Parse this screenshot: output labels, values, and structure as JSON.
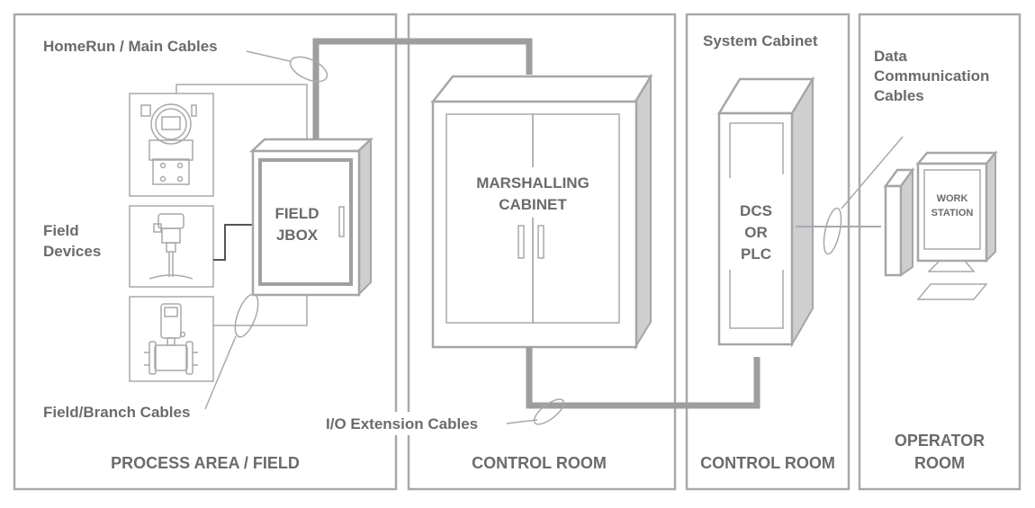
{
  "diagram": {
    "zones": [
      {
        "id": "process-area",
        "title": "PROCESS AREA / FIELD"
      },
      {
        "id": "control-room-1",
        "title": "CONTROL ROOM"
      },
      {
        "id": "control-room-2",
        "title": "CONTROL ROOM"
      },
      {
        "id": "operator-room",
        "title_line1": "OPERATOR",
        "title_line2": "ROOM"
      }
    ],
    "labels": {
      "homerun": "HomeRun / Main Cables",
      "field_devices_line1": "Field",
      "field_devices_line2": "Devices",
      "field_branch": "Field/Branch Cables",
      "io_extension": "I/O Extension Cables",
      "system_cabinet": "System Cabinet",
      "data_comm_line1": "Data",
      "data_comm_line2": "Communication",
      "data_comm_line3": "Cables"
    },
    "equipment": {
      "field_jbox_line1": "FIELD",
      "field_jbox_line2": "JBOX",
      "marshalling_line1": "MARSHALLING",
      "marshalling_line2": "CABINET",
      "dcs_line1": "DCS",
      "dcs_line2": "OR",
      "dcs_line3": "PLC",
      "workstation_line1": "WORK",
      "workstation_line2": "STATION"
    },
    "colors": {
      "line": "#a9a9ac",
      "text": "#6b6b6e",
      "shade": "#cfcfd2",
      "cable": "#9e9ea1"
    }
  }
}
